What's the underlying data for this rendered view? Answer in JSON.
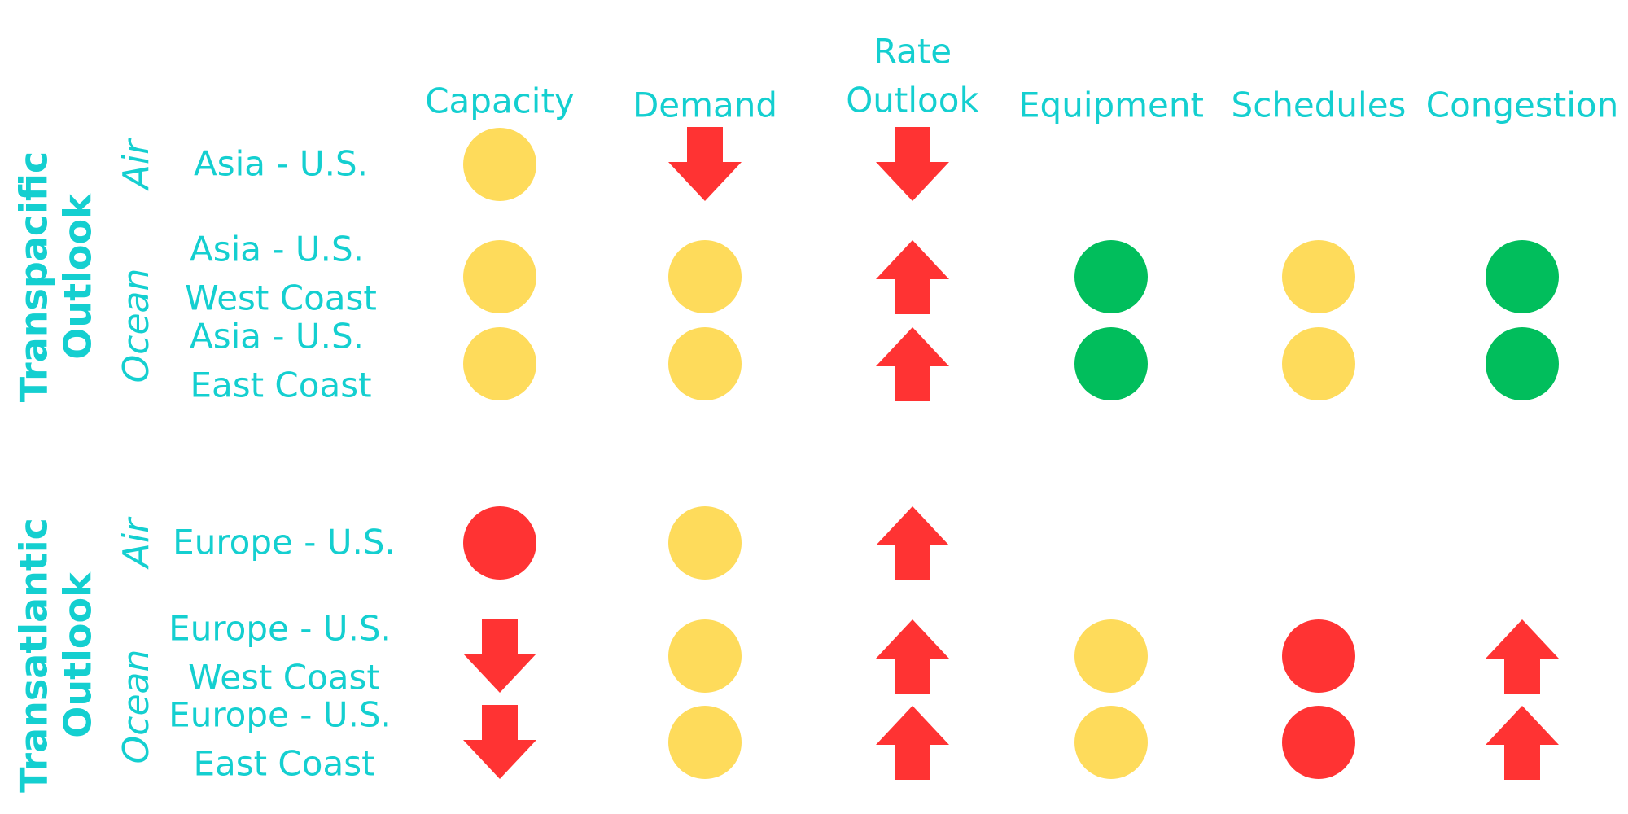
{
  "colors": {
    "text": "#14CFD0",
    "yellow": "#FEDB5B",
    "green": "#01BE5C",
    "red": "#FF3333"
  },
  "columns": [
    "Capacity",
    "Demand",
    "Rate Outlook",
    "Equipment",
    "Schedules",
    "Congestion"
  ],
  "sections": [
    {
      "title": "Transpacific Outlook",
      "groups": [
        {
          "mode": "Air",
          "rows": [
            {
              "lane": [
                "Asia - U.S."
              ],
              "cells": [
                "yellow-circle",
                "down-arrow",
                "down-arrow",
                null,
                null,
                null
              ]
            }
          ]
        },
        {
          "mode": "Ocean",
          "rows": [
            {
              "lane": [
                "Asia - U.S.",
                "West Coast"
              ],
              "cells": [
                "yellow-circle",
                "yellow-circle",
                "up-arrow",
                "green-circle",
                "yellow-circle",
                "green-circle"
              ]
            },
            {
              "lane": [
                "Asia - U.S.",
                "East Coast"
              ],
              "cells": [
                "yellow-circle",
                "yellow-circle",
                "up-arrow",
                "green-circle",
                "yellow-circle",
                "green-circle"
              ]
            }
          ]
        }
      ]
    },
    {
      "title": "Transatlantic Outlook",
      "groups": [
        {
          "mode": "Air",
          "rows": [
            {
              "lane": [
                "Europe - U.S."
              ],
              "cells": [
                "red-circle",
                "yellow-circle",
                "up-arrow",
                null,
                null,
                null
              ]
            }
          ]
        },
        {
          "mode": "Ocean",
          "rows": [
            {
              "lane": [
                "Europe - U.S.",
                "West Coast"
              ],
              "cells": [
                "down-arrow",
                "yellow-circle",
                "up-arrow",
                "yellow-circle",
                "red-circle",
                "up-arrow"
              ]
            },
            {
              "lane": [
                "Europe - U.S.",
                "East Coast"
              ],
              "cells": [
                "down-arrow",
                "yellow-circle",
                "up-arrow",
                "yellow-circle",
                "red-circle",
                "up-arrow"
              ]
            }
          ]
        }
      ]
    }
  ]
}
